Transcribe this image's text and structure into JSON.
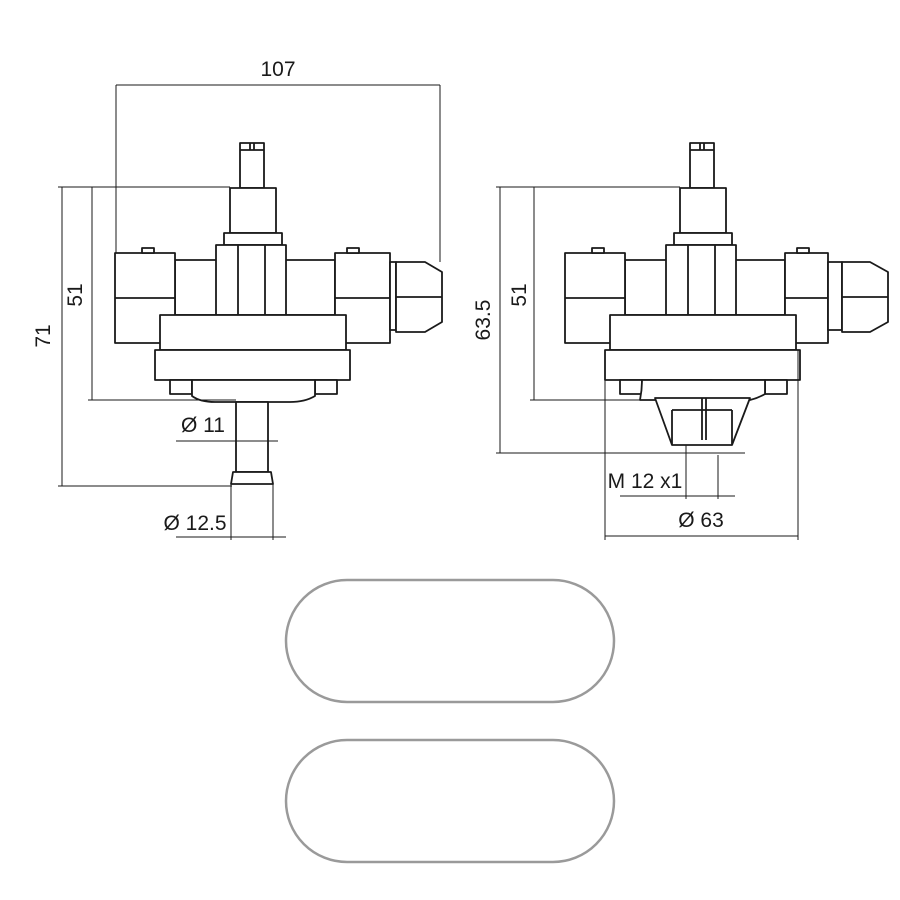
{
  "dimensions": {
    "overall_width": "107",
    "left_height_total": "71",
    "left_height_body": "51",
    "left_outlet_diameter": "Ø 11",
    "left_tip_diameter": "Ø 12.5",
    "right_height_total": "63.5",
    "right_height_body": "51",
    "right_thread": "M 12 x1",
    "right_base_diameter": "Ø 63"
  }
}
